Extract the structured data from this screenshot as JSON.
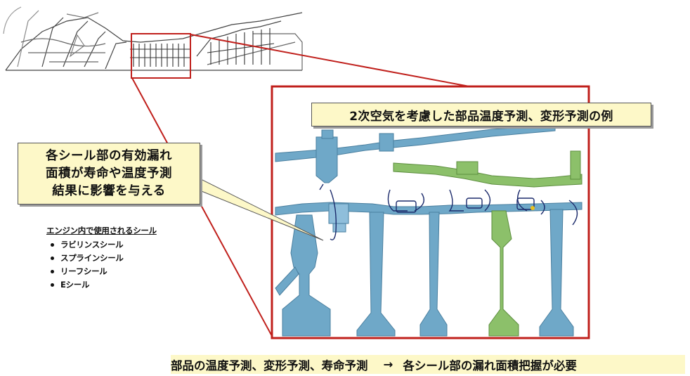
{
  "caption": "2次空気を考慮した部品温度予測、変形予測の例",
  "callout": {
    "lines": [
      "各シール部の有効漏れ",
      "面積が寿命や温度予測",
      "結果に影響を与える"
    ]
  },
  "seal_list": {
    "title": "エンジン内で使用されるシール",
    "items": [
      "ラビリンスシール",
      "スプラインシール",
      "リーフシール",
      "Eシール"
    ]
  },
  "footer": {
    "left": "部品の温度予測、変形予測、寿命予測",
    "arrow": "→",
    "right": "各シール部の漏れ面積把握が必要"
  },
  "colors": {
    "highlight_box": "#c0201c",
    "blue_component": "#6fa8c8",
    "green_component": "#8cc06a",
    "label_fill": "#fdf8c8"
  }
}
